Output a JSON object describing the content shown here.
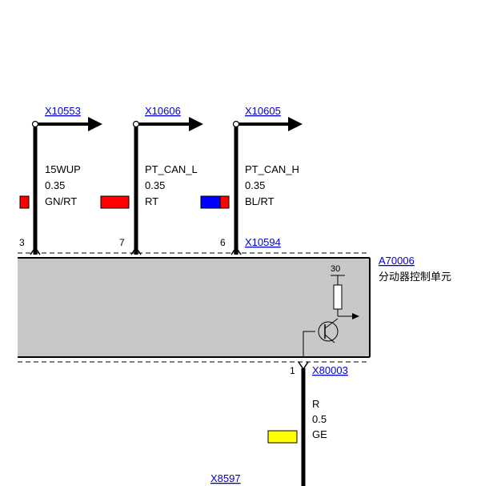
{
  "diagram": {
    "background": "#ffffff",
    "module_fill": "#c8c8c8",
    "link_color": "#0000cc",
    "connectors": {
      "top_left": "X10553",
      "top_mid": "X10606",
      "top_right": "X10605",
      "module_plug": "X10594",
      "bottom_plug": "X80003",
      "bottom_ref": "X8597"
    },
    "module": {
      "id": "A70006",
      "name": "分动器控制单元",
      "supply_label": "30"
    },
    "wires": [
      {
        "signal": "15WUP",
        "size": "0.35",
        "color_code": "GN/RT",
        "pin": "3",
        "swatch": [
          "#ff0000"
        ]
      },
      {
        "signal": "PT_CAN_L",
        "size": "0.35",
        "color_code": "RT",
        "pin": "7",
        "swatch": [
          "#ff0000"
        ]
      },
      {
        "signal": "PT_CAN_H",
        "size": "0.35",
        "color_code": "BL/RT",
        "pin": "6",
        "swatch": [
          "#0000ff",
          "#ff0000"
        ]
      }
    ],
    "output_wire": {
      "color_code": "R",
      "size": "0.5",
      "color_name": "GE",
      "pin": "1",
      "swatch": "#ffff00"
    }
  }
}
